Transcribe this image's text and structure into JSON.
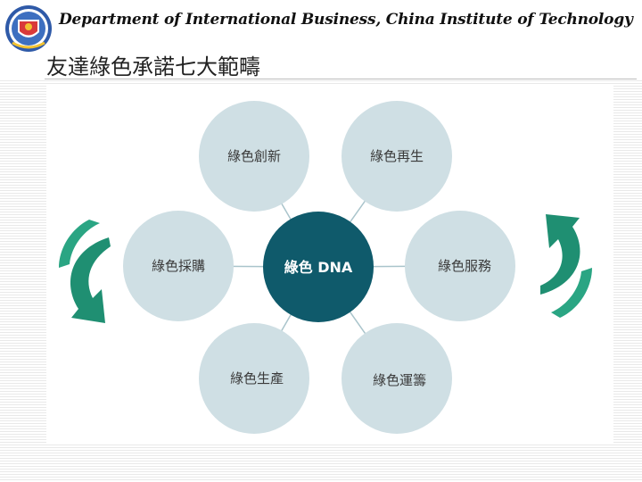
{
  "header": {
    "department": "Department of International Business, China Institute of Technology",
    "slide_title": "友達綠色承諾七大範疇"
  },
  "diagram": {
    "center": {
      "label": "綠色 DNA",
      "color": "#0f5a6b"
    },
    "nodes": [
      {
        "id": "innovation",
        "label": "綠色創新"
      },
      {
        "id": "regeneration",
        "label": "綠色再生"
      },
      {
        "id": "procurement",
        "label": "綠色採購"
      },
      {
        "id": "service",
        "label": "綠色服務"
      },
      {
        "id": "production",
        "label": "綠色生產"
      },
      {
        "id": "logistics",
        "label": "綠色運籌"
      }
    ],
    "node_color": "#cfdfe4",
    "connector_color": "#a9c4cb",
    "arrow_color": "#1f8f72"
  },
  "logo": {
    "icon": "school-emblem-icon"
  }
}
